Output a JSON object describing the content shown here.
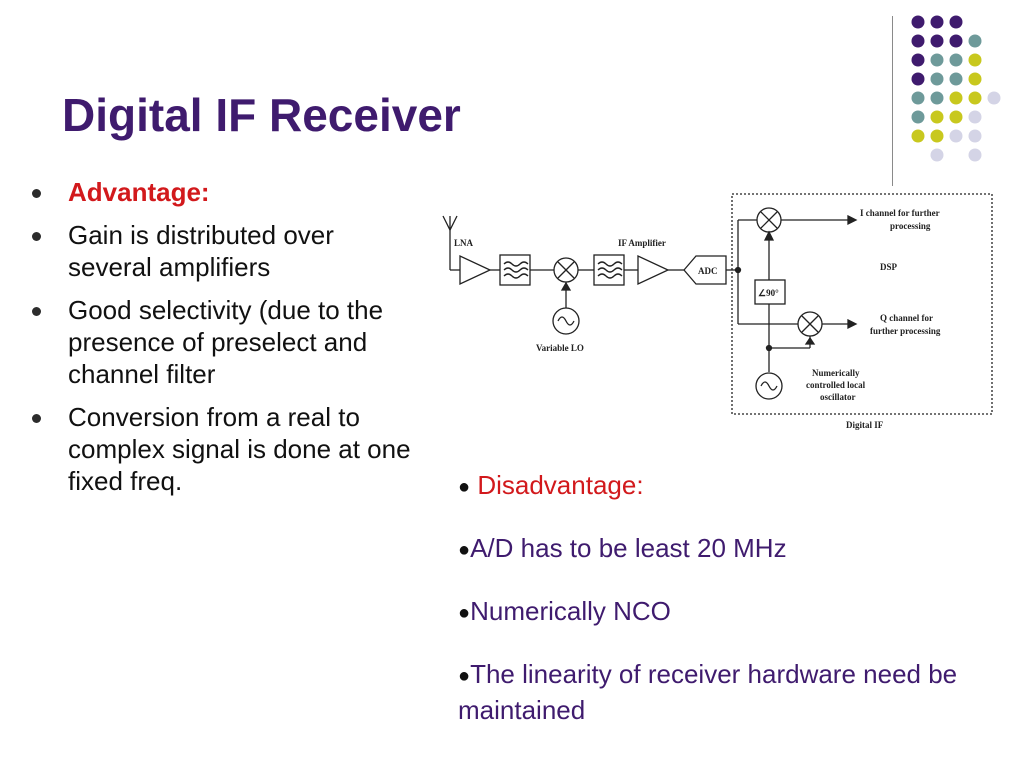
{
  "slide": {
    "title": "Digital IF Receiver",
    "advantages": [
      "Advantage:",
      "Gain is distributed over several amplifiers",
      "Good selectivity (due to the presence of preselect and channel filter",
      "Conversion from a real to complex signal is done at one fixed freq."
    ],
    "disadvantages": {
      "heading": "Disadvantage:",
      "items": [
        "A/D has to be least 20 MHz",
        "Numerically NCO",
        "The linearity of receiver hardware need be maintained"
      ]
    },
    "bullet_glyph": "●"
  },
  "diagram": {
    "lna": "LNA",
    "if_amplifier": "IF Amplifier",
    "adc": "ADC",
    "variable_lo": "Variable LO",
    "i_channel_1": "I channel for further",
    "i_channel_2": "processing",
    "dsp": "DSP",
    "phase": "∠90°",
    "q_channel_1": "Q channel for",
    "q_channel_2": "further processing",
    "nco_1": "Numerically",
    "nco_2": "controlled local",
    "nco_3": "oscillator",
    "caption": "Digital IF"
  },
  "colors": {
    "title": "#3f1b6e",
    "accent_red": "#d2191c",
    "dot_purple": "#3f1b6e",
    "dot_teal": "#6e9a9a",
    "dot_yellow": "#c8c81e",
    "dot_lavender": "#d4d4e6"
  },
  "decoration": {
    "dot_grid": [
      [
        "purple",
        "purple",
        "purple",
        "none"
      ],
      [
        "purple",
        "purple",
        "purple",
        "teal"
      ],
      [
        "purple",
        "teal",
        "teal",
        "yellow"
      ],
      [
        "purple",
        "teal",
        "teal",
        "yellow"
      ],
      [
        "teal",
        "teal",
        "yellow",
        "yellow",
        "lavender"
      ],
      [
        "teal",
        "yellow",
        "yellow",
        "lavender"
      ],
      [
        "yellow",
        "yellow",
        "lavender",
        "lavender"
      ],
      [
        "none",
        "lavender",
        "none",
        "lavender"
      ]
    ]
  }
}
